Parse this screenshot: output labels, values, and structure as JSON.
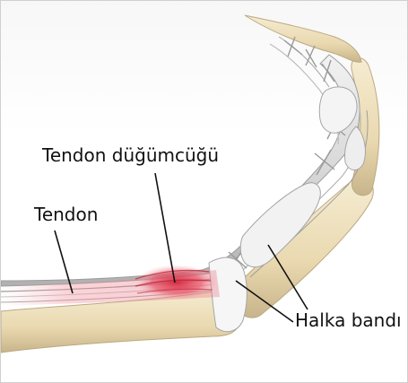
{
  "labels": {
    "tendon_nodule": "Tendon düğümcüğü",
    "tendon": "Tendon",
    "pulley": "Halka bandı"
  },
  "icons": {
    "illustration": "finger-anatomy-illustration"
  },
  "colors": {
    "bone": "#efe3c1",
    "bone_shadow": "#c9b78e",
    "tendon": "#dcdcdc",
    "tendon_shadow": "#a9a9a9",
    "nodule": "#e0485a",
    "pulley": "#f4f4f4",
    "leader_line": "#111111"
  }
}
